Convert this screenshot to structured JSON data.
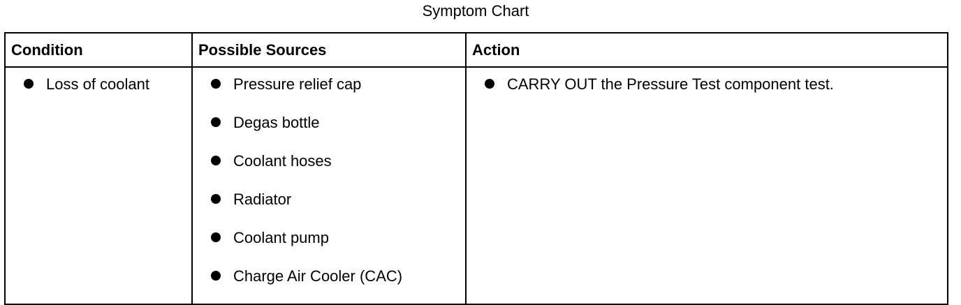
{
  "title": "Symptom Chart",
  "table": {
    "headers": [
      "Condition",
      "Possible Sources",
      "Action"
    ],
    "conditions": [
      "Loss of coolant"
    ],
    "sources": [
      "Pressure relief cap",
      "Degas bottle",
      "Coolant hoses",
      "Radiator",
      "Coolant pump",
      "Charge Air Cooler (CAC)"
    ],
    "actions": [
      "CARRY OUT the Pressure Test component test."
    ]
  }
}
